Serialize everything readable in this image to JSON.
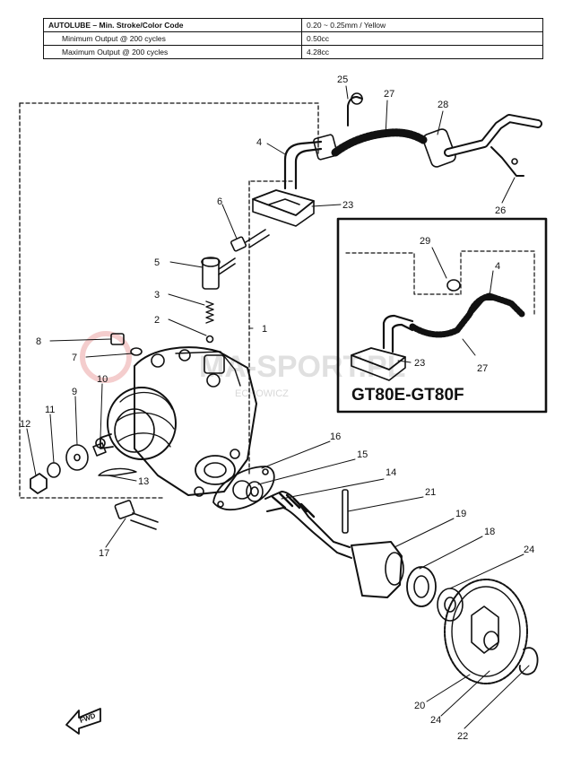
{
  "spec_table": {
    "rows": [
      {
        "label": "AUTOLUBE – Min. Stroke/Color Code",
        "value": "0.20 ~ 0.25mm / Yellow"
      },
      {
        "label": "Minimum Output @ 200 cycles",
        "value": "0.50cc"
      },
      {
        "label": "Maximum Output @ 200 cycles",
        "value": "4.28cc"
      }
    ]
  },
  "inset": {
    "title": "GT80E-GT80F"
  },
  "callouts": {
    "n1": "1",
    "n2": "2",
    "n3": "3",
    "n4": "4",
    "n5": "5",
    "n6": "6",
    "n7": "7",
    "n8": "8",
    "n9": "9",
    "n10": "10",
    "n11": "11",
    "n12": "12",
    "n13": "13",
    "n14": "14",
    "n15": "15",
    "n16": "16",
    "n17": "17",
    "n18": "18",
    "n19": "19",
    "n20": "20",
    "n21": "21",
    "n22": "22",
    "n23": "23",
    "n24a": "24",
    "n24b": "24",
    "n25": "25",
    "n26": "26",
    "n27": "27",
    "n28": "28",
    "i29": "29",
    "i4": "4",
    "i23": "23",
    "i27": "27"
  },
  "watermark": {
    "main": "MA-SPORT.PL",
    "sub": "ECHOWICZ"
  },
  "fwd_label": "FWD",
  "colors": {
    "ink": "#111111",
    "watermark": "#c8c8c8",
    "watermark_logo": "#e07070"
  }
}
